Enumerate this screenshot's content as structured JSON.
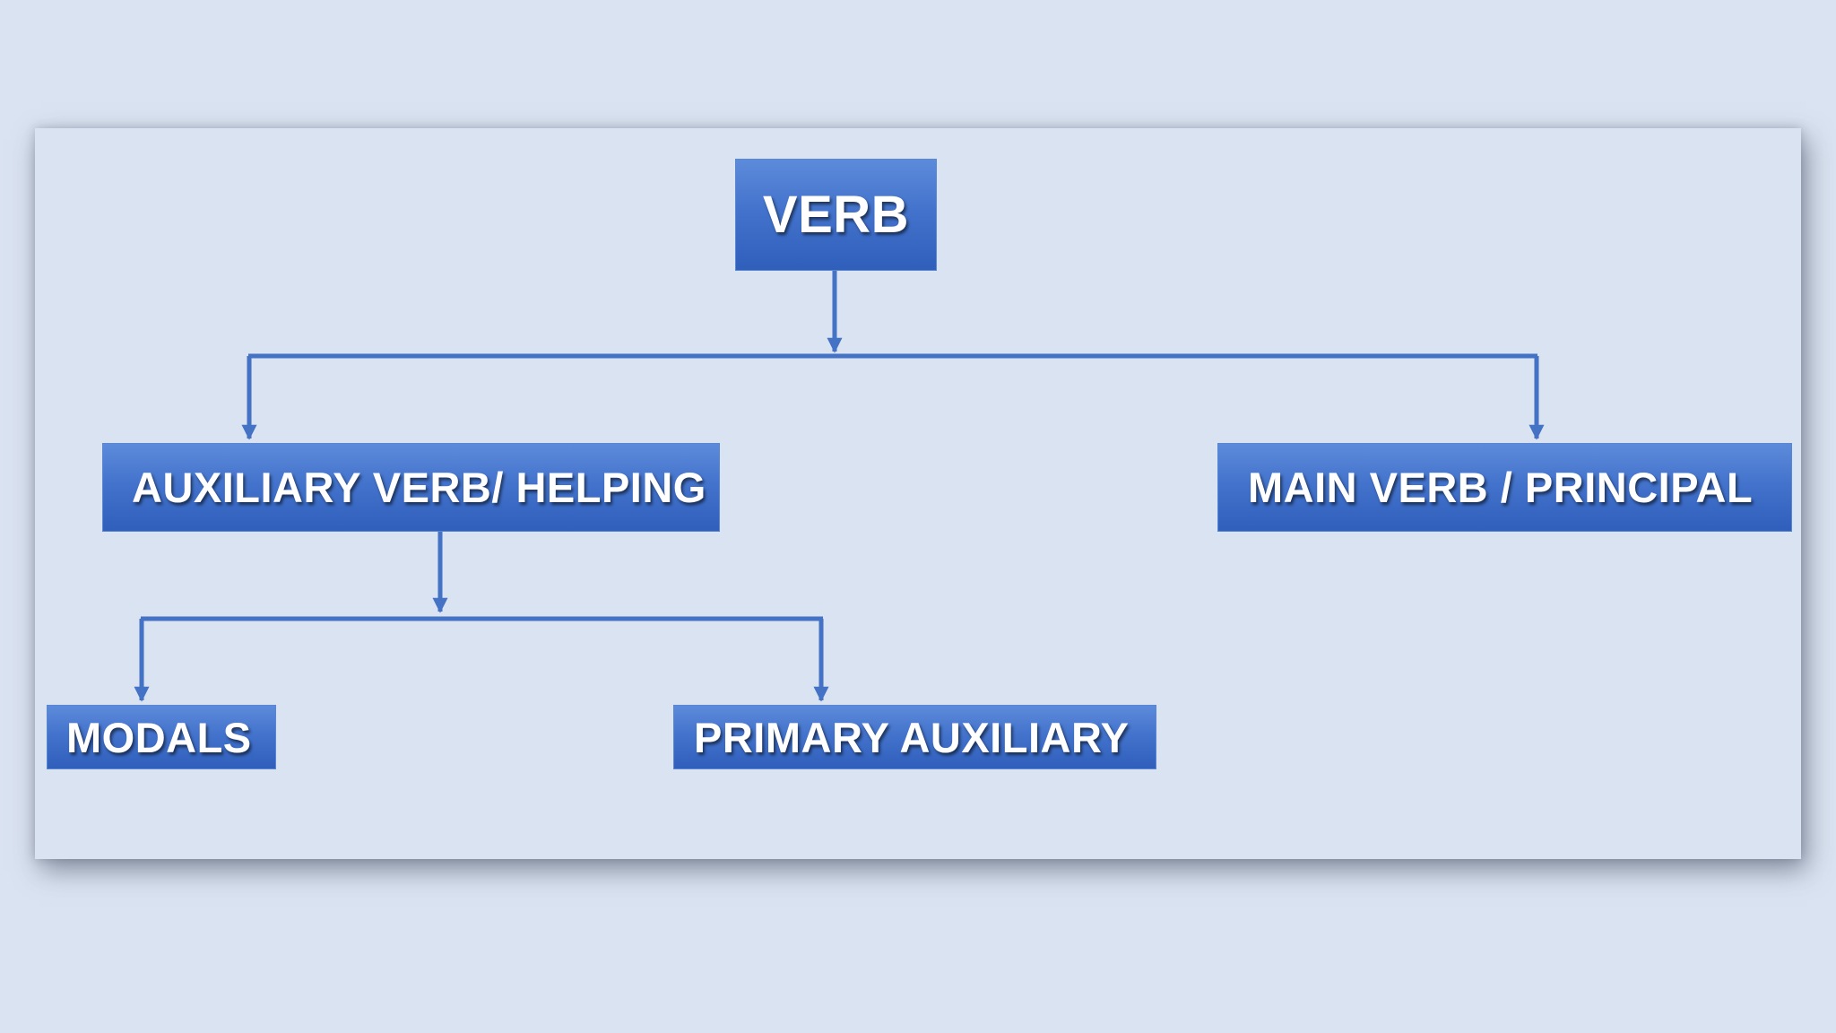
{
  "diagram": {
    "root": {
      "label": "VERB"
    },
    "branches": [
      {
        "label": "AUXILIARY VERB/ HELPING"
      },
      {
        "label": "MAIN VERB / PRINCIPAL"
      }
    ],
    "sub_branches": [
      {
        "label": "MODALS"
      },
      {
        "label": "PRIMARY AUXILIARY"
      }
    ],
    "edges": [
      {
        "from": "VERB",
        "to": "AUXILIARY VERB/ HELPING"
      },
      {
        "from": "VERB",
        "to": "MAIN VERB / PRINCIPAL"
      },
      {
        "from": "AUXILIARY VERB/ HELPING",
        "to": "MODALS"
      },
      {
        "from": "AUXILIARY VERB/ HELPING",
        "to": "PRIMARY AUXILIARY"
      }
    ]
  },
  "colors": {
    "background": "#dae3f1",
    "node_fill": "#4373cc",
    "connector": "#4472c4",
    "node_text": "#ffffff"
  }
}
